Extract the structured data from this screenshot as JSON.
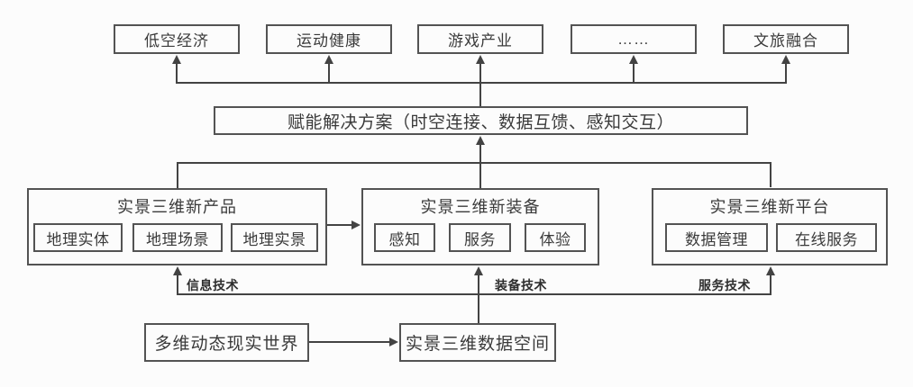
{
  "diagram": {
    "applications": [
      {
        "label": "低空经济"
      },
      {
        "label": "运动健康"
      },
      {
        "label": "游戏产业"
      },
      {
        "label": "……"
      },
      {
        "label": "文旅融合"
      }
    ],
    "solution": {
      "label": "赋能解决方案（时空连接、数据互馈、感知交互）"
    },
    "groups": [
      {
        "title": "实景三维新产品",
        "children": [
          "地理实体",
          "地理场景",
          "地理实景"
        ]
      },
      {
        "title": "实景三维新装备",
        "children": [
          "感知",
          "服务",
          "体验"
        ]
      },
      {
        "title": "实景三维新平台",
        "children": [
          "数据管理",
          "在线服务"
        ]
      }
    ],
    "tech_labels": [
      "信息技术",
      "装备技术",
      "服务技术"
    ],
    "bottom": [
      {
        "label": "多维动态现实世界"
      },
      {
        "label": "实景三维数据空间"
      }
    ],
    "colors": {
      "line": "#434343",
      "border": "#535353",
      "text": "#3a3a3a",
      "background": "#fcfcfc"
    }
  }
}
